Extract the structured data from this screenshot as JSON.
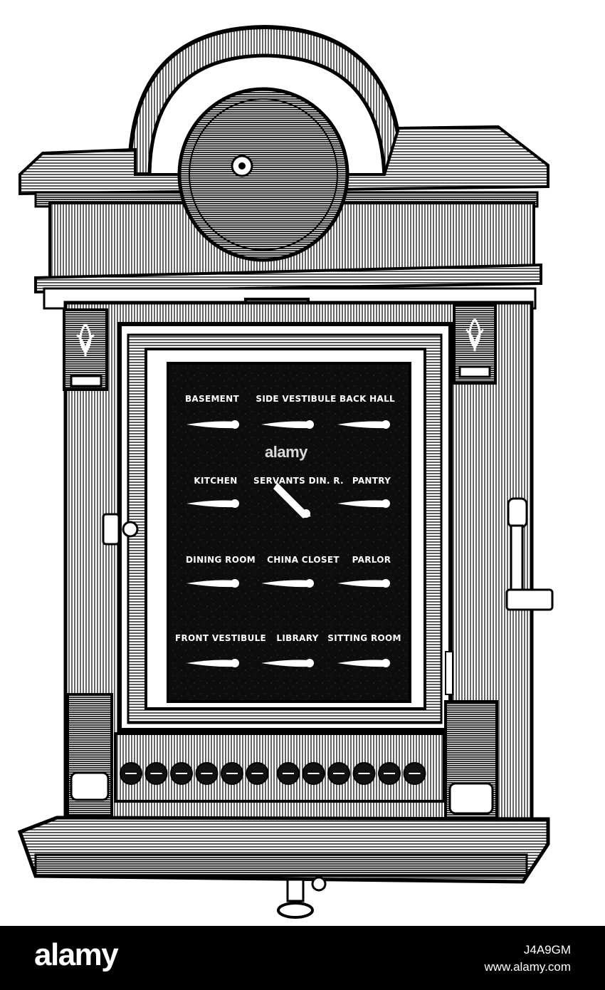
{
  "illustration": {
    "subject": "Hotel / house electric annunciator cabinet with bell",
    "colors": {
      "ink": "#000000",
      "paper": "#ffffff",
      "panel": "#0e0e0e"
    },
    "rooms": [
      {
        "label": "BASEMENT",
        "indicator": "down"
      },
      {
        "label": "SIDE VESTIBULE",
        "indicator": "down"
      },
      {
        "label": "BACK HALL",
        "indicator": "down"
      },
      {
        "label": "KITCHEN",
        "indicator": "down"
      },
      {
        "label": "SERVANTS DIN. R.",
        "indicator": "dropped"
      },
      {
        "label": "PANTRY",
        "indicator": "down"
      },
      {
        "label": "DINING ROOM",
        "indicator": "down"
      },
      {
        "label": "CHINA CLOSET",
        "indicator": "down"
      },
      {
        "label": "PARLOR",
        "indicator": "down"
      },
      {
        "label": "FRONT VESTIBULE",
        "indicator": "down"
      },
      {
        "label": "LIBRARY",
        "indicator": "down"
      },
      {
        "label": "SITTING ROOM",
        "indicator": "down"
      }
    ],
    "terminal_count": 12
  },
  "watermark": {
    "text": "alamy"
  },
  "footer": {
    "brand": "alamy",
    "image_id": "J4A9GM",
    "url": "www.alamy.com"
  }
}
